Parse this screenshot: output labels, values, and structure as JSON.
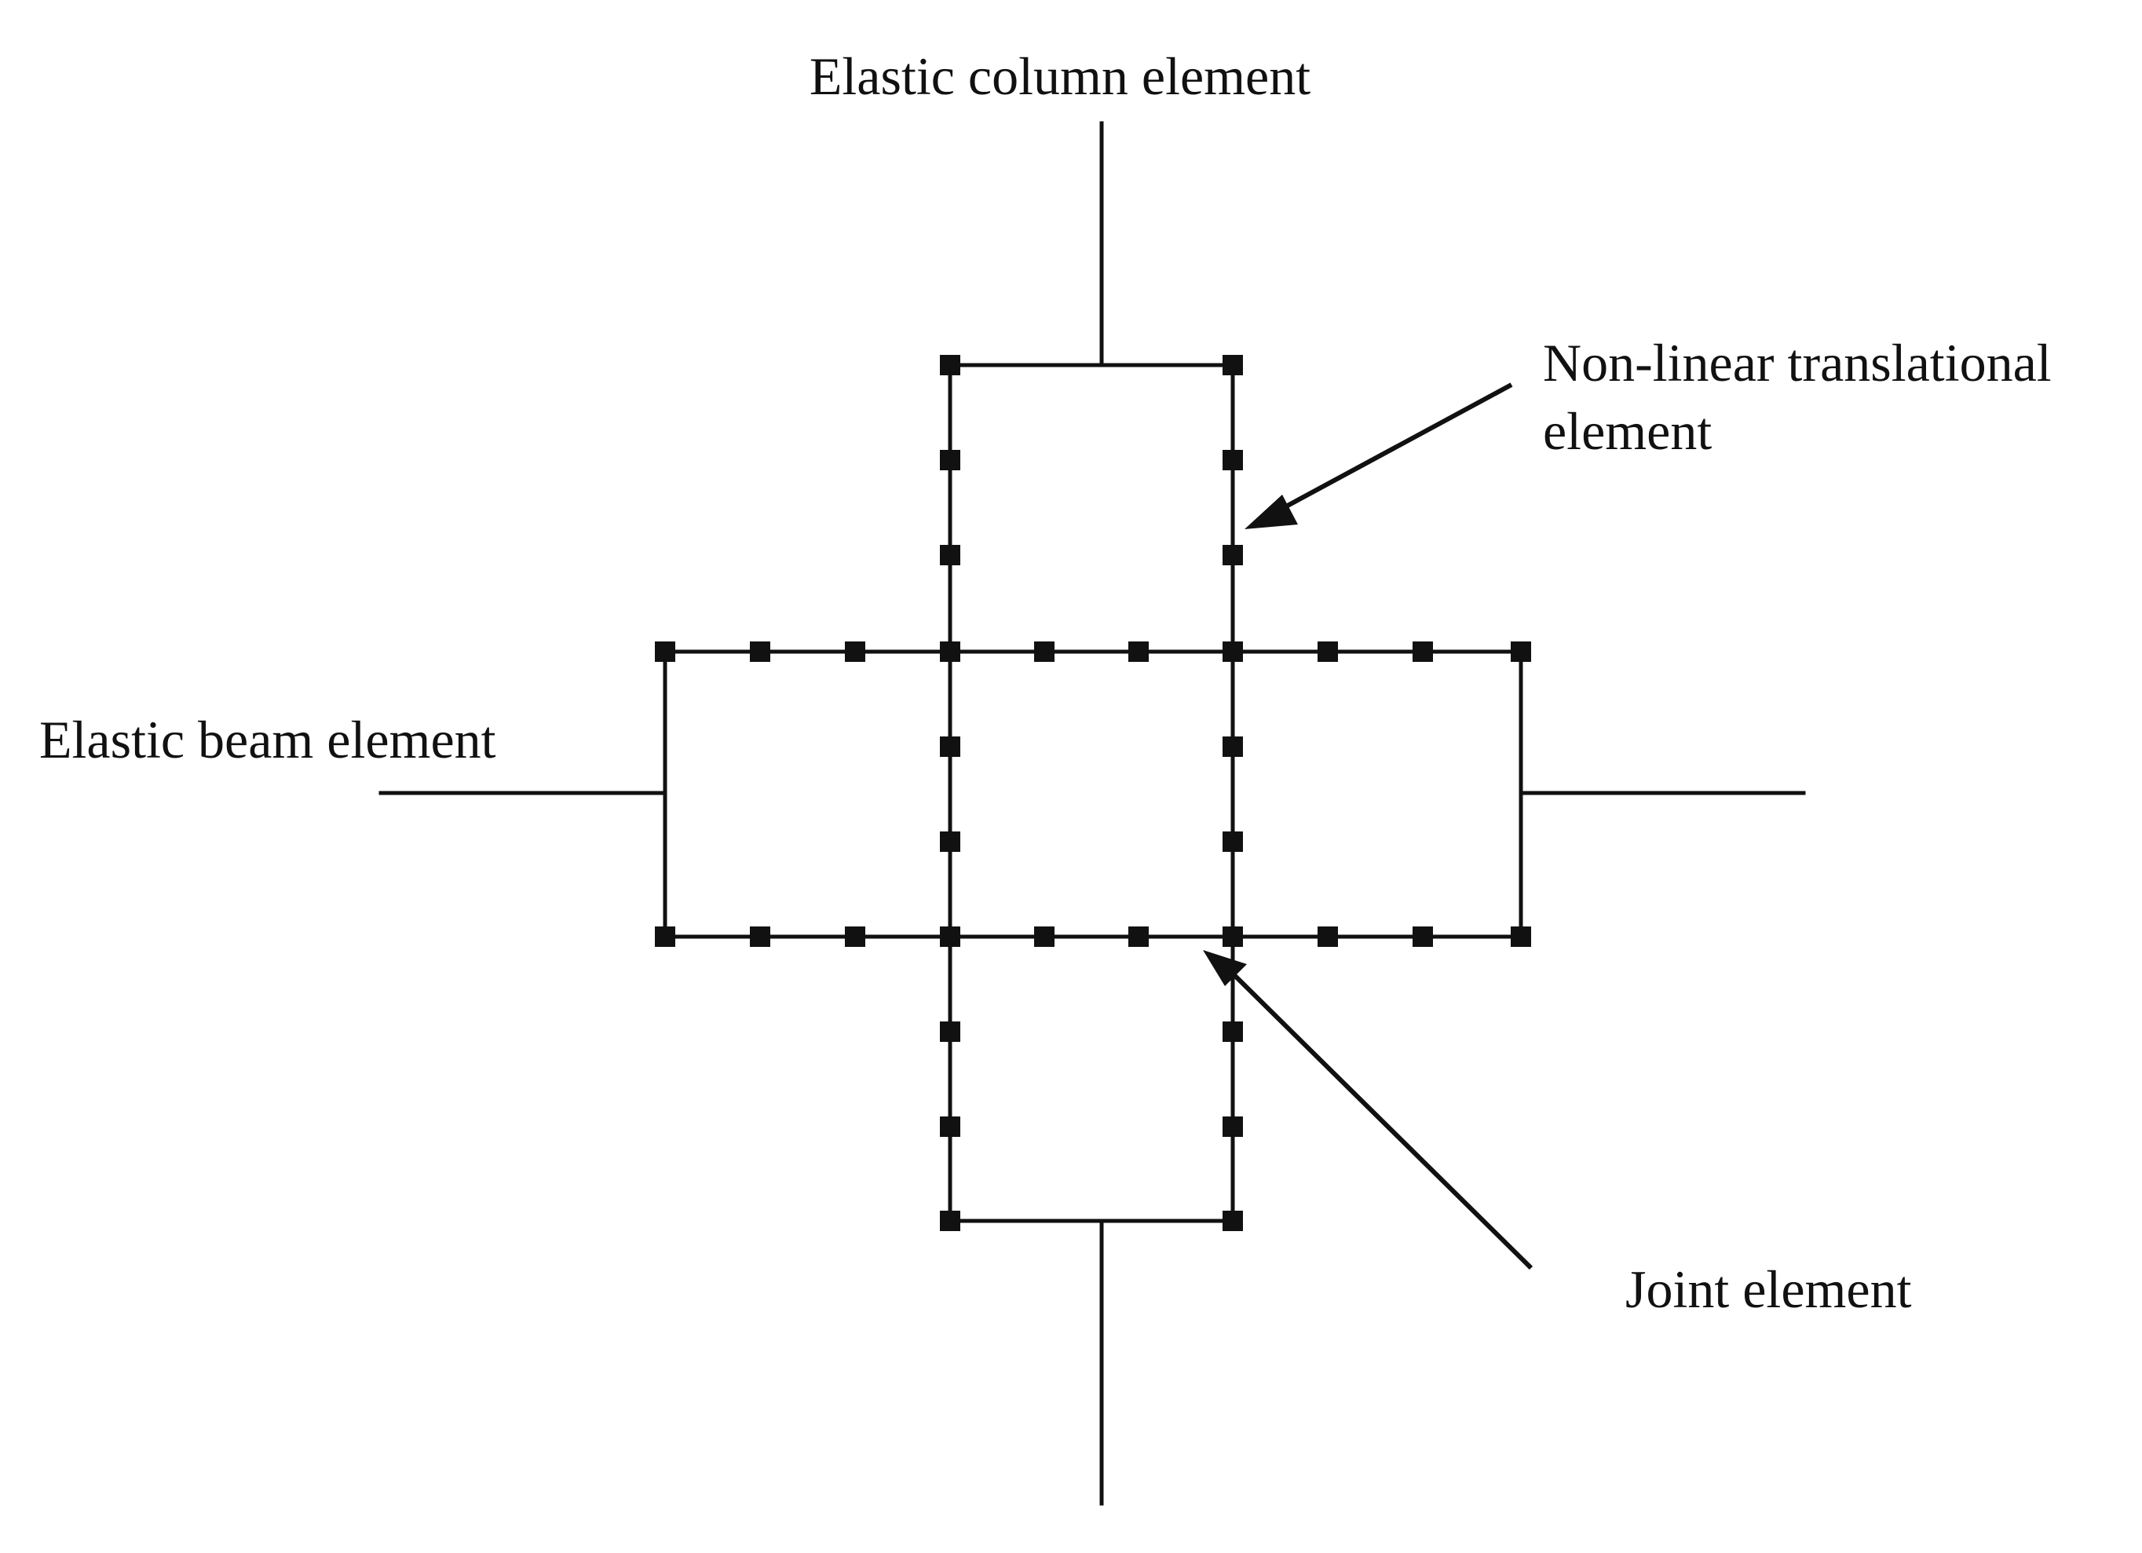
{
  "labels": {
    "column": "Elastic column element",
    "beam": "Elastic beam element",
    "nonlinear_line1": "Non-linear translational",
    "nonlinear_line2": "element",
    "joint": "Joint element"
  },
  "colors": {
    "ink": "#111111",
    "background": "#ffffff"
  }
}
